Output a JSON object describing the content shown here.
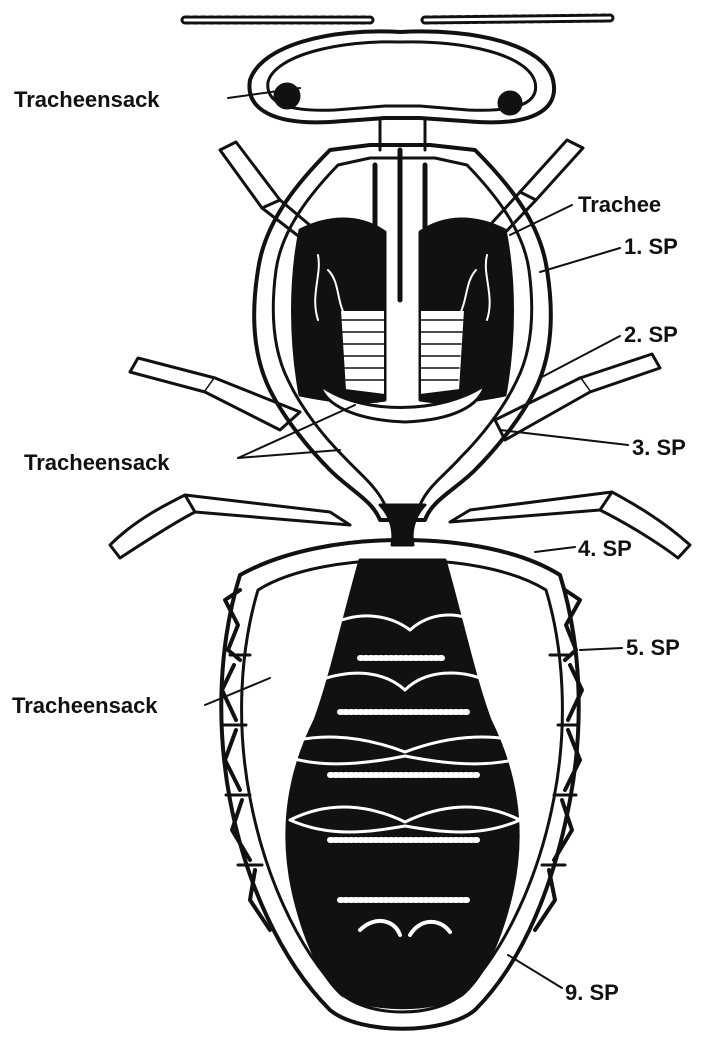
{
  "labels": {
    "tracheensack_head": "Tracheensack",
    "trachee": "Trachee",
    "sp1": "1. SP",
    "sp2": "2. SP",
    "sp3": "3. SP",
    "tracheensack_thorax": "Tracheensack",
    "sp4": "4. SP",
    "sp5": "5. SP",
    "tracheensack_abdomen": "Tracheensack",
    "sp9": "9. SP"
  },
  "colors": {
    "ink": "#111111",
    "paper": "#ffffff"
  }
}
